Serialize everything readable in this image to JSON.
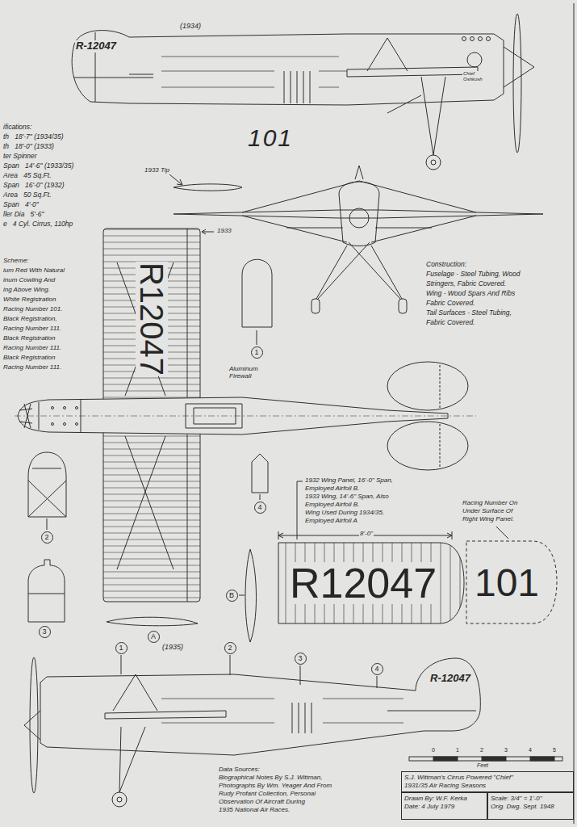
{
  "diagram": {
    "nodes": [
      {
        "text": [
          "1"
        ]
      },
      {
        "text": [
          "4"
        ]
      },
      {
        "text": [
          "2"
        ]
      },
      {
        "text": [
          "B"
        ]
      },
      {
        "text": [
          "3"
        ]
      },
      {
        "text": [
          "A"
        ]
      },
      {
        "text": [
          "1"
        ]
      },
      {
        "text": [
          "2"
        ]
      },
      {
        "text": [
          "3"
        ]
      },
      {
        "text": [
          "4"
        ]
      },
      {
        "text": [
          "S.J. Wittman's Cirrus Powered \"Chief\"",
          "1931/35 Air Racing Seasons"
        ]
      },
      {
        "text": [
          "Drawn By: W.F. Kerka",
          "Date: 4 July 1979"
        ]
      },
      {
        "text": [
          "Scale: 3/4\" = 1'-0\"",
          "Orig. Dwg. Sept. 1948"
        ]
      }
    ],
    "labels": [
      "(1934)",
      "R-12047",
      "Chief Oshkosh",
      "101",
      "ifications:",
      "th   18'-7\" (1934/35)",
      "th   18'-0\" (1933)",
      "ter Spinner",
      "Span   14'-6\" (1933/35)",
      "Area   45 Sq.Ft.",
      "Span   16'-0\" (1932)",
      "Area   50 Sq.Ft.",
      "Span   4'-0\"",
      "ller Dia   5'-6\"",
      "e   4 Cyl. Cirrus, 110hp",
      "1933 Tip",
      "1933",
      "Scheme:",
      "ium Red With Natural",
      "inum Cowling And",
      "ing Above Wing.",
      "White Registration",
      "Racing Number 101.",
      "Black Registration,",
      "Racing Number 111.",
      "Black Registration",
      "Racing Number 111.",
      "Black Registration",
      "Racing Number 111.",
      "Construction:",
      "Fuselage - Steel Tubing, Wood",
      "Stringers, Fabric Covered.",
      "Wing - Wood Spars And Ribs",
      "Fabric Covered.",
      "Tail Surfaces - Steel Tubing,",
      "Fabric Covered.",
      "R12047",
      "Aluminum Firewall",
      "1932 Wing Panel, 16'-0\" Span,",
      "Employed Airfoil B.",
      "1933 Wing, 14'-6\" Span, Also",
      "Employed Airfoil B.",
      "Wing Used During 1934/35.",
      "Employed Airfoil A",
      "Racing Number On",
      "Under Surface Of",
      "Right Wing Panel.",
      "8'-0\"",
      "R12047",
      "101",
      "(1935)",
      "R-12047",
      "0",
      "1",
      "2",
      "3",
      "4",
      "5",
      "Feet",
      "Data Sources:",
      "Biographical Notes By S.J. Wittman,",
      "Photographs By Wm. Yeager And From",
      "Rudy Profant Collection, Personal",
      "Observation Of Aircraft During",
      "1935 National Air Races."
    ]
  }
}
